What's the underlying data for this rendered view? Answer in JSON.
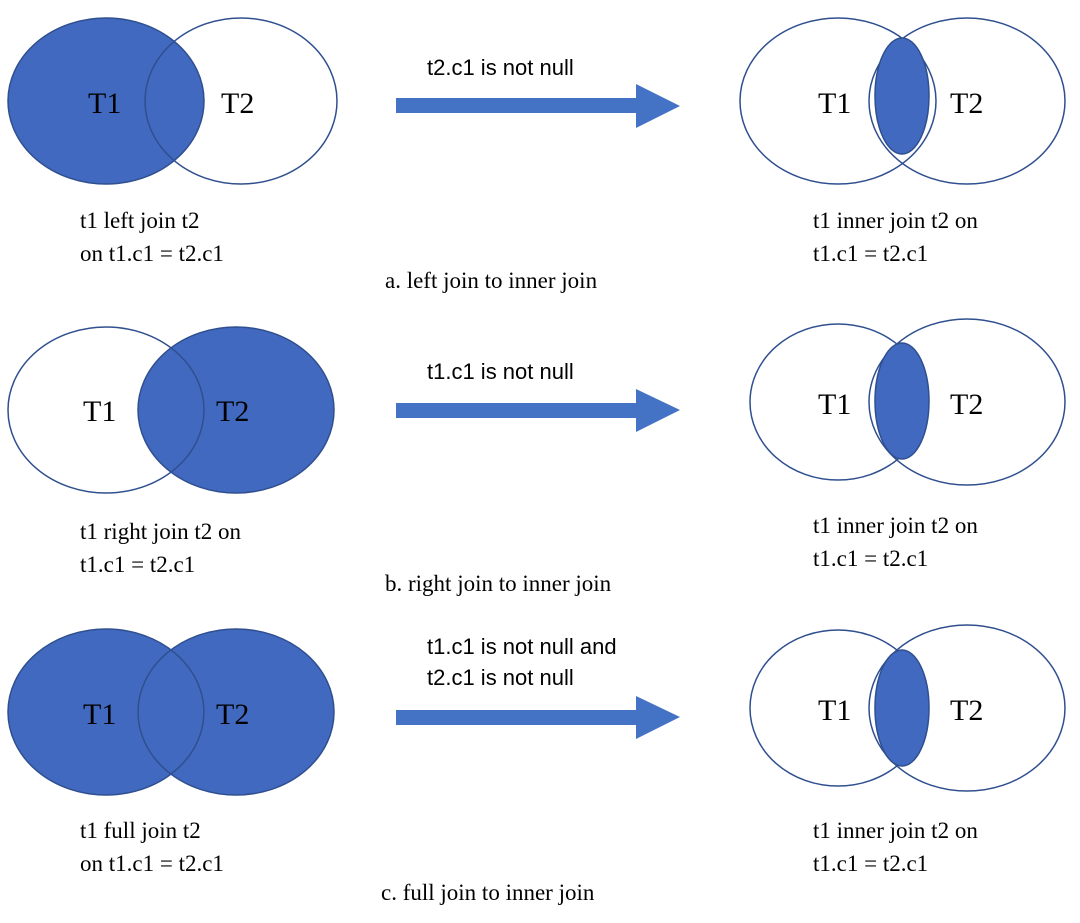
{
  "colors": {
    "fill": "#4169bf",
    "stroke": "#2f4f8f",
    "arrow": "#4472c4",
    "background": "#ffffff"
  },
  "rows": [
    {
      "id": "a",
      "highlight": "left",
      "left_labels": [
        "T1",
        "T2"
      ],
      "left_caption": [
        "t1  left join t2",
        "on t1.c1 = t2.c1"
      ],
      "condition": [
        "t2.c1 is not null"
      ],
      "right_labels": [
        "T1",
        "T2"
      ],
      "right_caption": [
        "t1  inner join t2 on",
        "t1.c1 = t2.c1"
      ],
      "title": "a. left join to inner join"
    },
    {
      "id": "b",
      "highlight": "right",
      "left_labels": [
        "T1",
        "T2"
      ],
      "left_caption": [
        "t1  right join t2 on",
        "t1.c1 = t2.c1"
      ],
      "condition": [
        "t1.c1 is not null"
      ],
      "right_labels": [
        "T1",
        "T2"
      ],
      "right_caption": [
        "t1  inner join t2 on",
        "t1.c1 = t2.c1"
      ],
      "title": "b. right join to inner join"
    },
    {
      "id": "c",
      "highlight": "full",
      "left_labels": [
        "T1",
        "T2"
      ],
      "left_caption": [
        "t1  full join t2",
        "on t1.c1 = t2.c1"
      ],
      "condition": [
        "t1.c1 is not null and",
        "t2.c1 is not null"
      ],
      "right_labels": [
        "T1",
        "T2"
      ],
      "right_caption": [
        "t1  inner join t2 on",
        "t1.c1 = t2.c1"
      ],
      "title": "c. full join to inner join"
    }
  ]
}
